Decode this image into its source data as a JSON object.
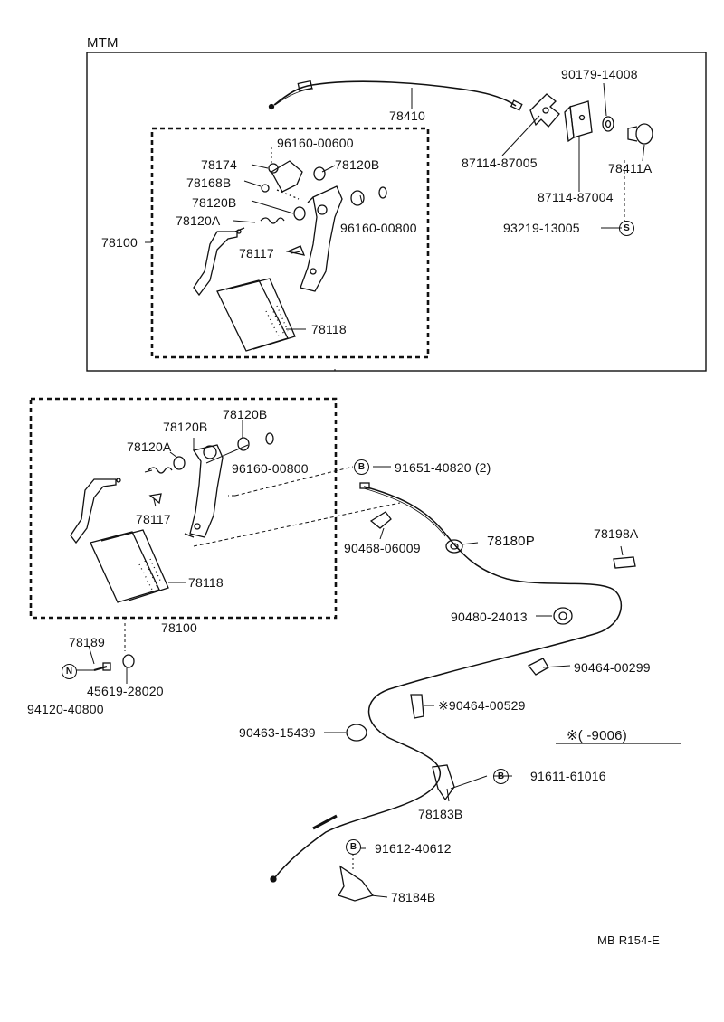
{
  "section_title": "MTM",
  "diagram_code": "MB R154-E",
  "date_note": "※(      -9006)",
  "symbols": {
    "bolt": "B",
    "stud": "S",
    "nut": "N"
  },
  "upper_panel": {
    "labels": {
      "cable": "78410",
      "screw": "90179-14008",
      "clip_a": "87114-87005",
      "clip_b": "87114-87004",
      "stopper": "78411A",
      "stud": "93219-13005",
      "pedal_assy": "78100",
      "bracket": "78174",
      "nut_top": "96160-00600",
      "bushing_b_right": "78120B",
      "spring_collar": "78168B",
      "bushing_b_left": "78120B",
      "nut_lower": "96160-00800",
      "bushing_a": "78120A",
      "stopper_bolt": "78117",
      "pad": "78118"
    }
  },
  "lower_panel": {
    "labels": {
      "bushing_b_top": "78120B",
      "bushing_b_left": "78120B",
      "bushing_a": "78120A",
      "nut": "96160-00800",
      "bolt": "91651-40820 (2)",
      "clamp": "90468-06009",
      "cable": "78180P",
      "grommet_clip": "78198A",
      "stopper_bolt": "78117",
      "pad": "78118",
      "pedal_assy": "78100",
      "grommet": "90480-24013",
      "clamp_2": "90464-00299",
      "clamp_3": "※90464-00529",
      "stopper_screw": "78189",
      "cushion": "45619-28020",
      "nut_part": "94120-40800",
      "clamp_4": "90463-15439",
      "bolt_2": "91611-61016",
      "bracket_1": "78183B",
      "bolt_3": "91612-40612",
      "bracket_2": "78184B"
    }
  }
}
